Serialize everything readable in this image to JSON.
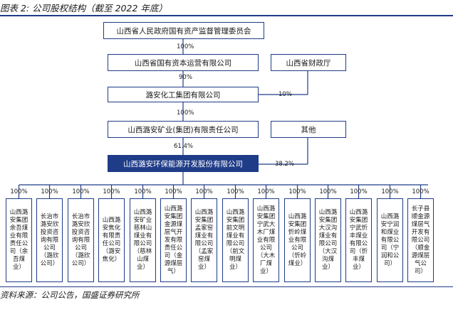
{
  "figure": {
    "title": "图表 2: 公司股权结构（截至 2022 年底）",
    "source": "资料来源：公司公告，国盛证券研究所"
  },
  "nodes": {
    "sasac": "山西省人民政府国有资产监督管理委员会",
    "operator": "山西省国有资本运营有限公司",
    "finance": "山西省财政厅",
    "luan_chem": "潞安化工集团有限公司",
    "luan_mining": "山西潞安矿业(集团)有限责任公司",
    "others": "其他",
    "company": "山西潞安环保能源开发股份有限公司"
  },
  "edges": {
    "sasac_operator": "100%",
    "operator_chem": "90%",
    "finance_chem": "10%",
    "chem_mining": "100%",
    "mining_company": "61.4%",
    "others_company": "38.2%"
  },
  "subsidiaries": [
    {
      "name": "山西潞安集团余吾煤业有限责任公司（余吾煤业）",
      "pct": "100%"
    },
    {
      "name": "长治市潞安欣投资咨询有限公司（潞欣公司）",
      "pct": "100%"
    },
    {
      "name": "长治市潞安欣投资咨询有限公司（潞欣公司）",
      "pct": "100%"
    },
    {
      "name": "山西潞安焦化有限责任公司（潞安焦化）",
      "pct": "100%"
    },
    {
      "name": "山西潞安矿业慈林山煤业有限公司（慈林山煤业）",
      "pct": "100%"
    },
    {
      "name": "山西潞安集团金源煤层气开发有限责任公司（金源煤层气）",
      "pct": "100%"
    },
    {
      "name": "山西潞安集团孟家窑煤业有限公司（孟家窑煤业）",
      "pct": "100%"
    },
    {
      "name": "山西潞安集团前文明煤业有限公司（前文明煤业）",
      "pct": "100%"
    },
    {
      "name": "山西潞安集团宁武大木厂煤业有限公司（大木厂煤业）",
      "pct": "100%"
    },
    {
      "name": "山西潞安集团忻岭煤业有限公司（忻岭煤业）",
      "pct": "100%"
    },
    {
      "name": "山西潞安集团大汉沟煤业有限公司（大汉沟煤业）",
      "pct": "100%"
    },
    {
      "name": "山西潞安集团宁武忻丰煤业有限公司（忻丰煤业）",
      "pct": "100%"
    },
    {
      "name": "山西潞安宁润和煤业有限公司（宁润和公司）",
      "pct": "100%"
    },
    {
      "name": "长子县顺金源煤层气开发有限公司（顺金源煤层气公司）",
      "pct": "100%"
    }
  ]
}
